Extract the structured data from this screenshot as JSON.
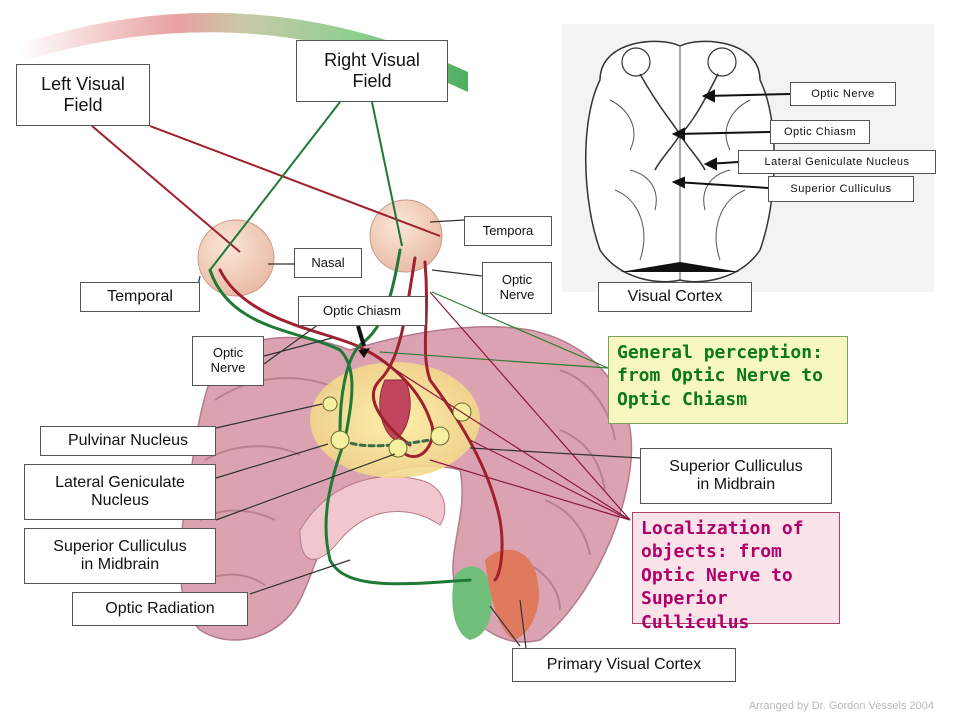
{
  "labels": {
    "left_visual_field": "Left Visual\nField",
    "right_visual_field": "Right Visual\nField",
    "temporal_right": "Tempora",
    "nasal": "Nasal",
    "optic_nerve_right": "Optic\nNerve",
    "temporal_left": "Temporal",
    "optic_chiasm": "Optic Chiasm",
    "optic_nerve_left": "Optic\nNerve",
    "pulvinar_nucleus": "Pulvinar Nucleus",
    "lateral_geniculate_nucleus": "Lateral Geniculate\nNucleus",
    "superior_culliculus_left": "Superior Culliculus\nin Midbrain",
    "optic_radiation": "Optic Radiation",
    "superior_culliculus_right": "Superior Culliculus\nin Midbrain",
    "primary_visual_cortex": "Primary Visual Cortex",
    "visual_cortex": "Visual Cortex"
  },
  "inset_labels": {
    "optic_nerve": "Optic Nerve",
    "optic_chiasm": "Optic Chiasm",
    "lateral_geniculate_nucleus": "Lateral Geniculate Nucleus",
    "superior_culliculus": "Superior Culliculus"
  },
  "notes": {
    "general_perception": "General perception:\nfrom Optic Nerve to\nOptic Chiasm",
    "localization": "Localization of\nobjects: from\nOptic Nerve to\nSuperior Culliculus"
  },
  "credit": "Arranged by Dr. Gordon Vessels 2004",
  "colors": {
    "note_green_text": "#0a7a16",
    "note_green_bg": "#f7f7bf",
    "note_red_text": "#b0006a",
    "note_red_bg": "#fbe3ea",
    "pathway_red": "#b0152a",
    "pathway_green": "#1e7a36",
    "brain_pink": "#d9a0ae"
  }
}
